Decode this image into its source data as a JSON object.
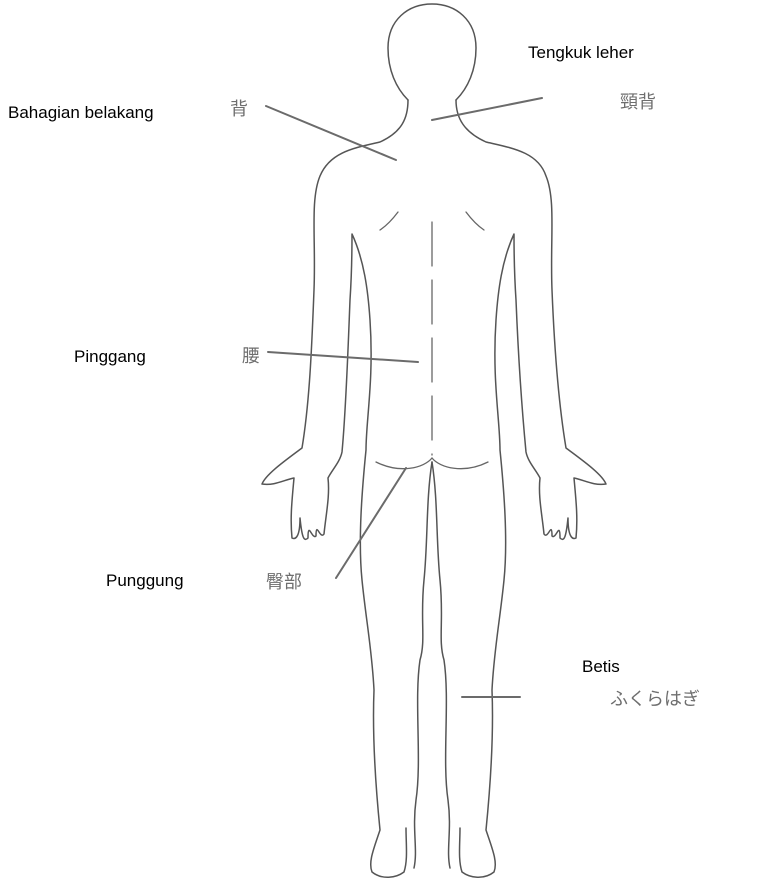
{
  "labels": {
    "neck": {
      "ms": "Tengkuk leher",
      "ja": "頸背"
    },
    "back": {
      "ms": "Bahagian belakang",
      "ja": "背"
    },
    "waist": {
      "ms": "Pinggang",
      "ja": "腰"
    },
    "hip": {
      "ms": "Punggung",
      "ja": "臀部"
    },
    "calf": {
      "ms": "Betis",
      "ja": "ふくらはぎ"
    }
  },
  "colors": {
    "outline": "#555555",
    "leader": "#6b6b6b",
    "label_ms": "#000000",
    "label_ja": "#6e6e6e"
  }
}
